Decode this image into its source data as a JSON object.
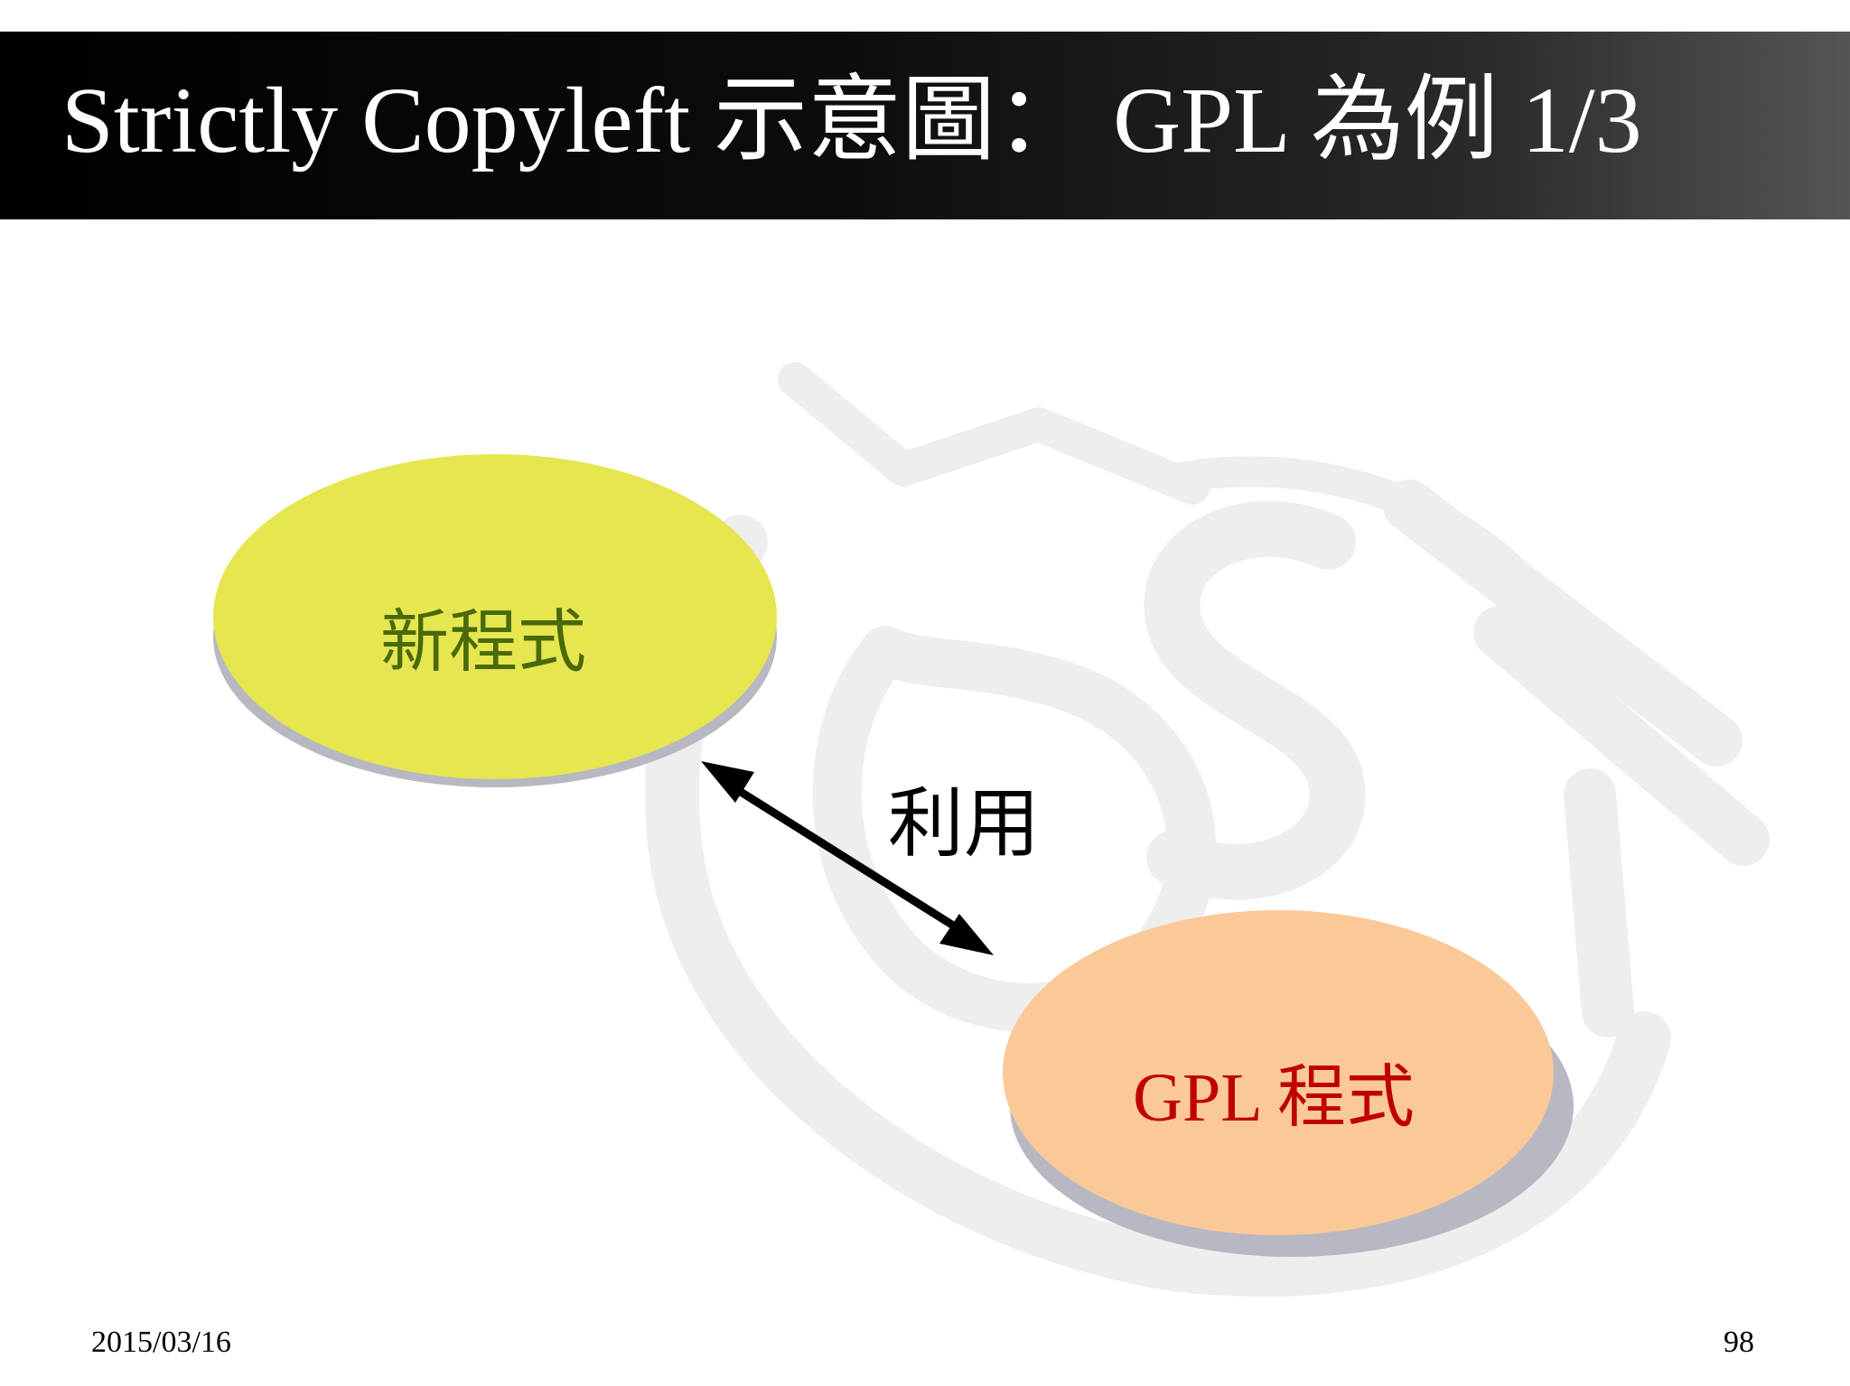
{
  "slide": {
    "title": "Strictly Copyleft 示意圖： GPL 為例 1/3",
    "footer_date": "2015/03/16",
    "page_number": "98"
  },
  "diagram": {
    "nodes": [
      {
        "id": "new-program",
        "label": "新程式",
        "fill": "#e5e650",
        "text_color": "#4a6a0a"
      },
      {
        "id": "gpl-program",
        "label": "GPL 程式",
        "fill": "#fbc998",
        "text_color": "#c00000"
      }
    ],
    "edges": [
      {
        "from": "new-program",
        "to": "gpl-program",
        "label": "利用",
        "direction": "bidirectional"
      }
    ]
  },
  "colors": {
    "title_bar_start": "#000000",
    "title_bar_end": "#555555",
    "shadow": "#b8b8c2",
    "watermark": "#ececec"
  }
}
